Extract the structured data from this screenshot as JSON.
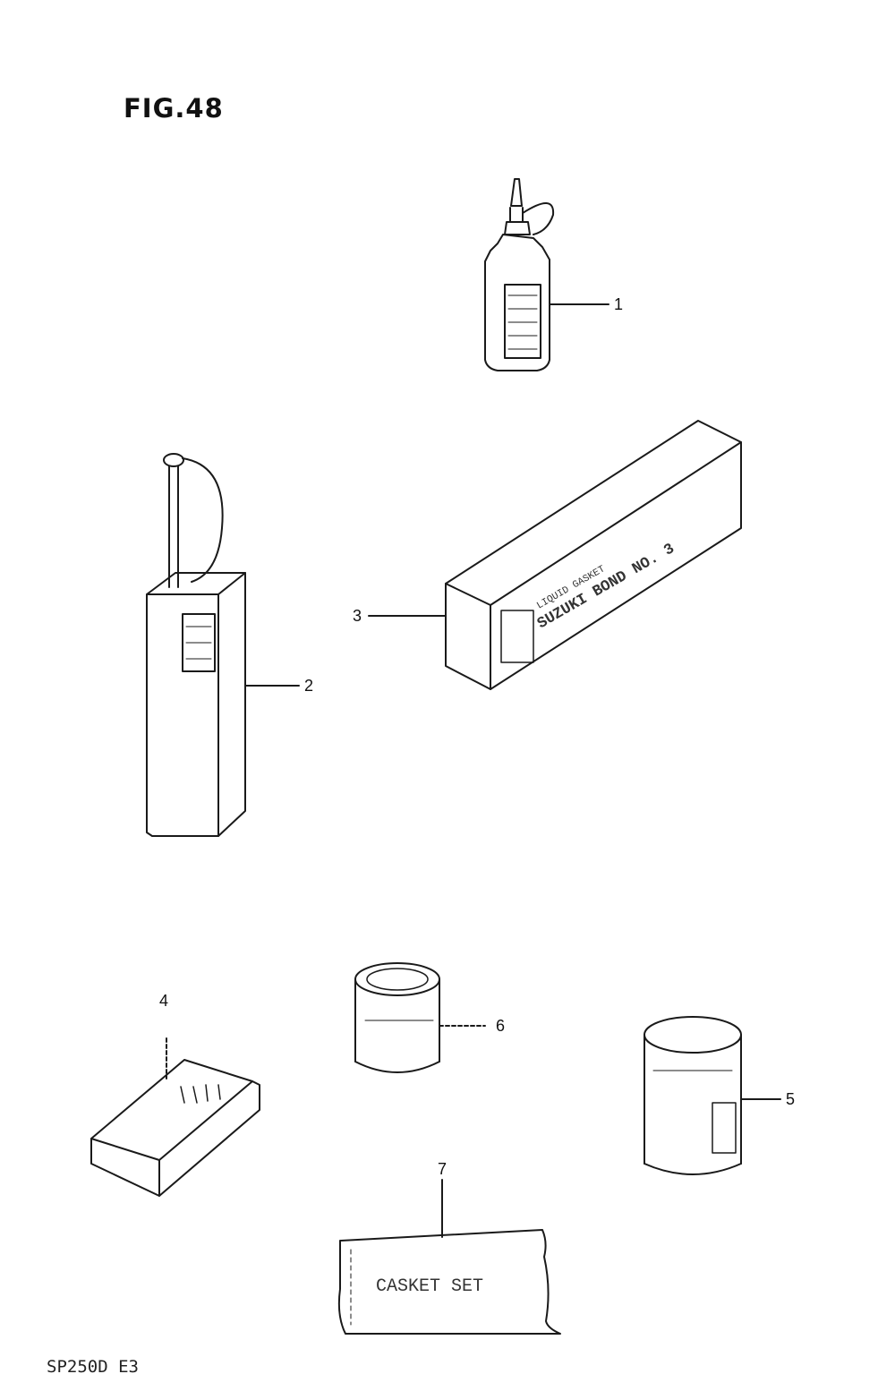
{
  "figure": {
    "title": "FIG.48",
    "model_code": "SP250D E3"
  },
  "parts": [
    {
      "number": "1",
      "icon": "bottle-icon"
    },
    {
      "number": "2",
      "icon": "oil-can-icon"
    },
    {
      "number": "3",
      "icon": "bond-box-icon",
      "label": "SUZUKI BOND NO. 3",
      "sublabel": "LIQUID GASKET"
    },
    {
      "number": "4",
      "icon": "tin-box-icon"
    },
    {
      "number": "5",
      "icon": "large-can-icon"
    },
    {
      "number": "6",
      "icon": "small-can-icon"
    },
    {
      "number": "7",
      "icon": "gasket-set-bag-icon",
      "label": "CASKET SET"
    }
  ]
}
